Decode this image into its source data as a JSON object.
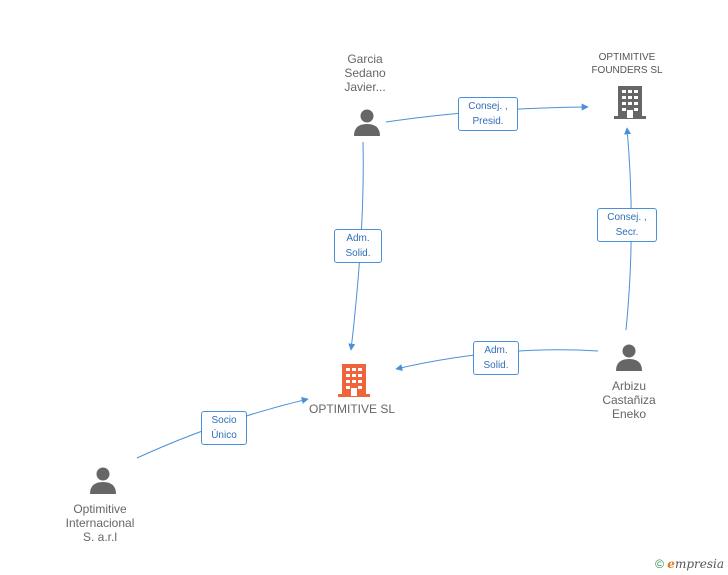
{
  "nodes": {
    "garcia": {
      "label": "Garcia\nSedano\nJavier...",
      "icon": "person-icon",
      "color": "#666666"
    },
    "founders": {
      "label": "OPTIMITIVE\nFOUNDERS  SL",
      "icon": "building-icon",
      "color": "#666666"
    },
    "optimitive": {
      "label": "OPTIMITIVE SL",
      "icon": "building-icon",
      "color": "#f0643c"
    },
    "arbizu": {
      "label": "Arbizu\nCastañiza\nEneko",
      "icon": "person-icon",
      "color": "#666666"
    },
    "internacional": {
      "label": "Optimitive\nInternacional\nS. a.r.l",
      "icon": "person-icon",
      "color": "#666666"
    }
  },
  "edges": {
    "garcia_founders": {
      "label": "Consej. ,\nPresid."
    },
    "garcia_optimitive": {
      "label": "Adm.\nSolid."
    },
    "arbizu_founders": {
      "label": "Consej. ,\nSecr."
    },
    "arbizu_optimitive": {
      "label": "Adm.\nSolid."
    },
    "internacional_optimitive": {
      "label": "Socio\nÚnico"
    }
  },
  "colors": {
    "edge": "#4a90d9",
    "accent": "#f0643c",
    "neutral": "#666666"
  },
  "footer": {
    "copyright": "©",
    "brand_e": "e",
    "brand_rest": "mpresia"
  }
}
